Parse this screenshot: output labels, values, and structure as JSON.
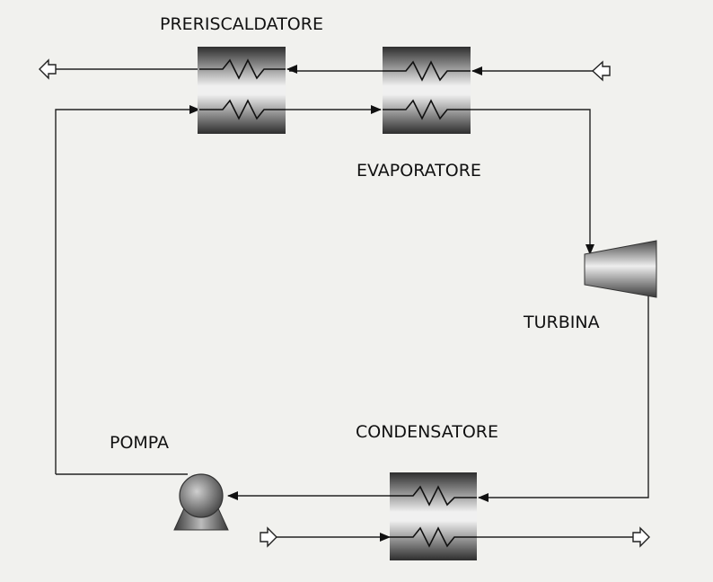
{
  "labels": {
    "preheater": "PRERISCALDATORE",
    "evaporator": "EVAPORATORE",
    "turbine": "TURBINA",
    "condenser": "CONDENSATORE",
    "pump": "POMPA"
  },
  "colors": {
    "background": "#f1f1ee",
    "line": "#222222",
    "equipment_dark": "#3a3a3a",
    "equipment_light": "#e6e6e6"
  }
}
